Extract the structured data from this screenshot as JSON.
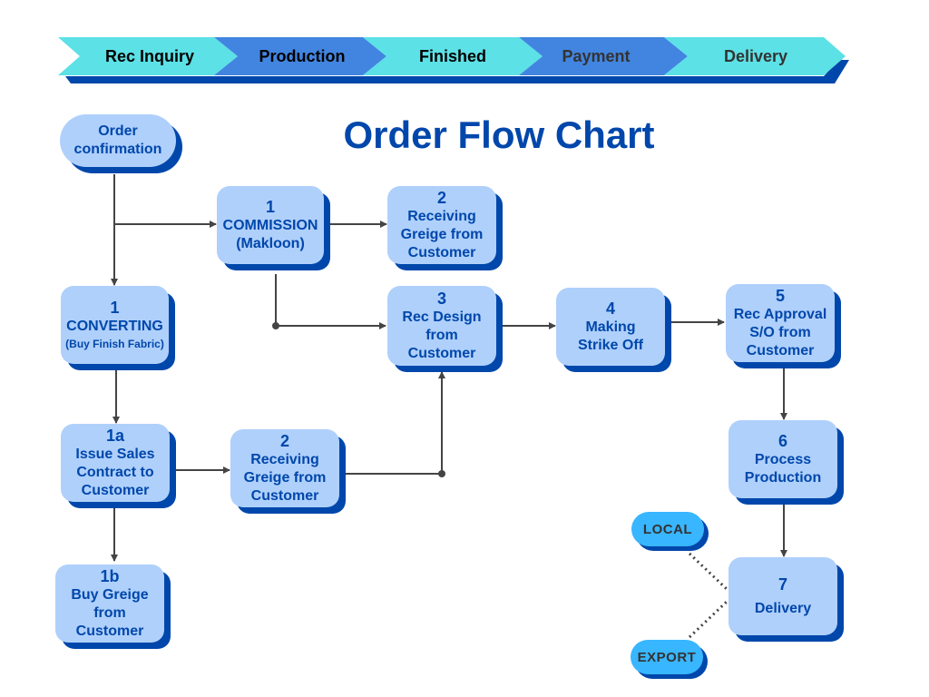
{
  "banner": {
    "stages": [
      {
        "label": "Rec Inquiry",
        "color": "#5ce1e6",
        "text_color": "#000000"
      },
      {
        "label": "Production",
        "color": "#4285e0",
        "text_color": "#000000"
      },
      {
        "label": "Finished",
        "color": "#5ce1e6",
        "text_color": "#000000"
      },
      {
        "label": "Payment",
        "color": "#4285e0",
        "text_color": "#333333"
      },
      {
        "label": "Delivery",
        "color": "#5ce1e6",
        "text_color": "#333333"
      }
    ],
    "shadow_color": "#0047ab"
  },
  "title": "Order Flow Chart",
  "colors": {
    "node_fill": "#afd0fb",
    "node_shadow": "#0047ab",
    "node_text": "#0047ab",
    "tag_fill": "#38b6ff",
    "connector": "#444444"
  },
  "nodes": {
    "order_confirmation": {
      "line1": "Order",
      "line2": "confirmation"
    },
    "commission": {
      "num": "1",
      "line1": "COMMISSION",
      "line2": "(Makloon)"
    },
    "receiving_top": {
      "num": "2",
      "line1": "Receiving",
      "line2": "Greige from",
      "line3": "Customer"
    },
    "converting": {
      "num": "1",
      "line1": "CONVERTING",
      "line2": "(Buy Finish Fabric)"
    },
    "rec_design": {
      "num": "3",
      "line1": "Rec Design",
      "line2": "from",
      "line3": "Customer"
    },
    "strike_off": {
      "num": "4",
      "line1": "Making",
      "line2": "Strike Off"
    },
    "rec_approval": {
      "num": "5",
      "line1": "Rec Approval",
      "line2": "S/O from",
      "line3": "Customer"
    },
    "issue_sales": {
      "num": "1a",
      "line1": "Issue Sales",
      "line2": "Contract to",
      "line3": "Customer"
    },
    "receiving_bottom": {
      "num": "2",
      "line1": "Receiving",
      "line2": "Greige from",
      "line3": "Customer"
    },
    "process_production": {
      "num": "6",
      "line1": "Process",
      "line2": "Production"
    },
    "buy_greige": {
      "num": "1b",
      "line1": "Buy Greige",
      "line2": "from",
      "line3": "Customer"
    },
    "delivery": {
      "num": "7",
      "line1": "Delivery"
    }
  },
  "tags": {
    "local": "LOCAL",
    "export": "EXPORT"
  }
}
